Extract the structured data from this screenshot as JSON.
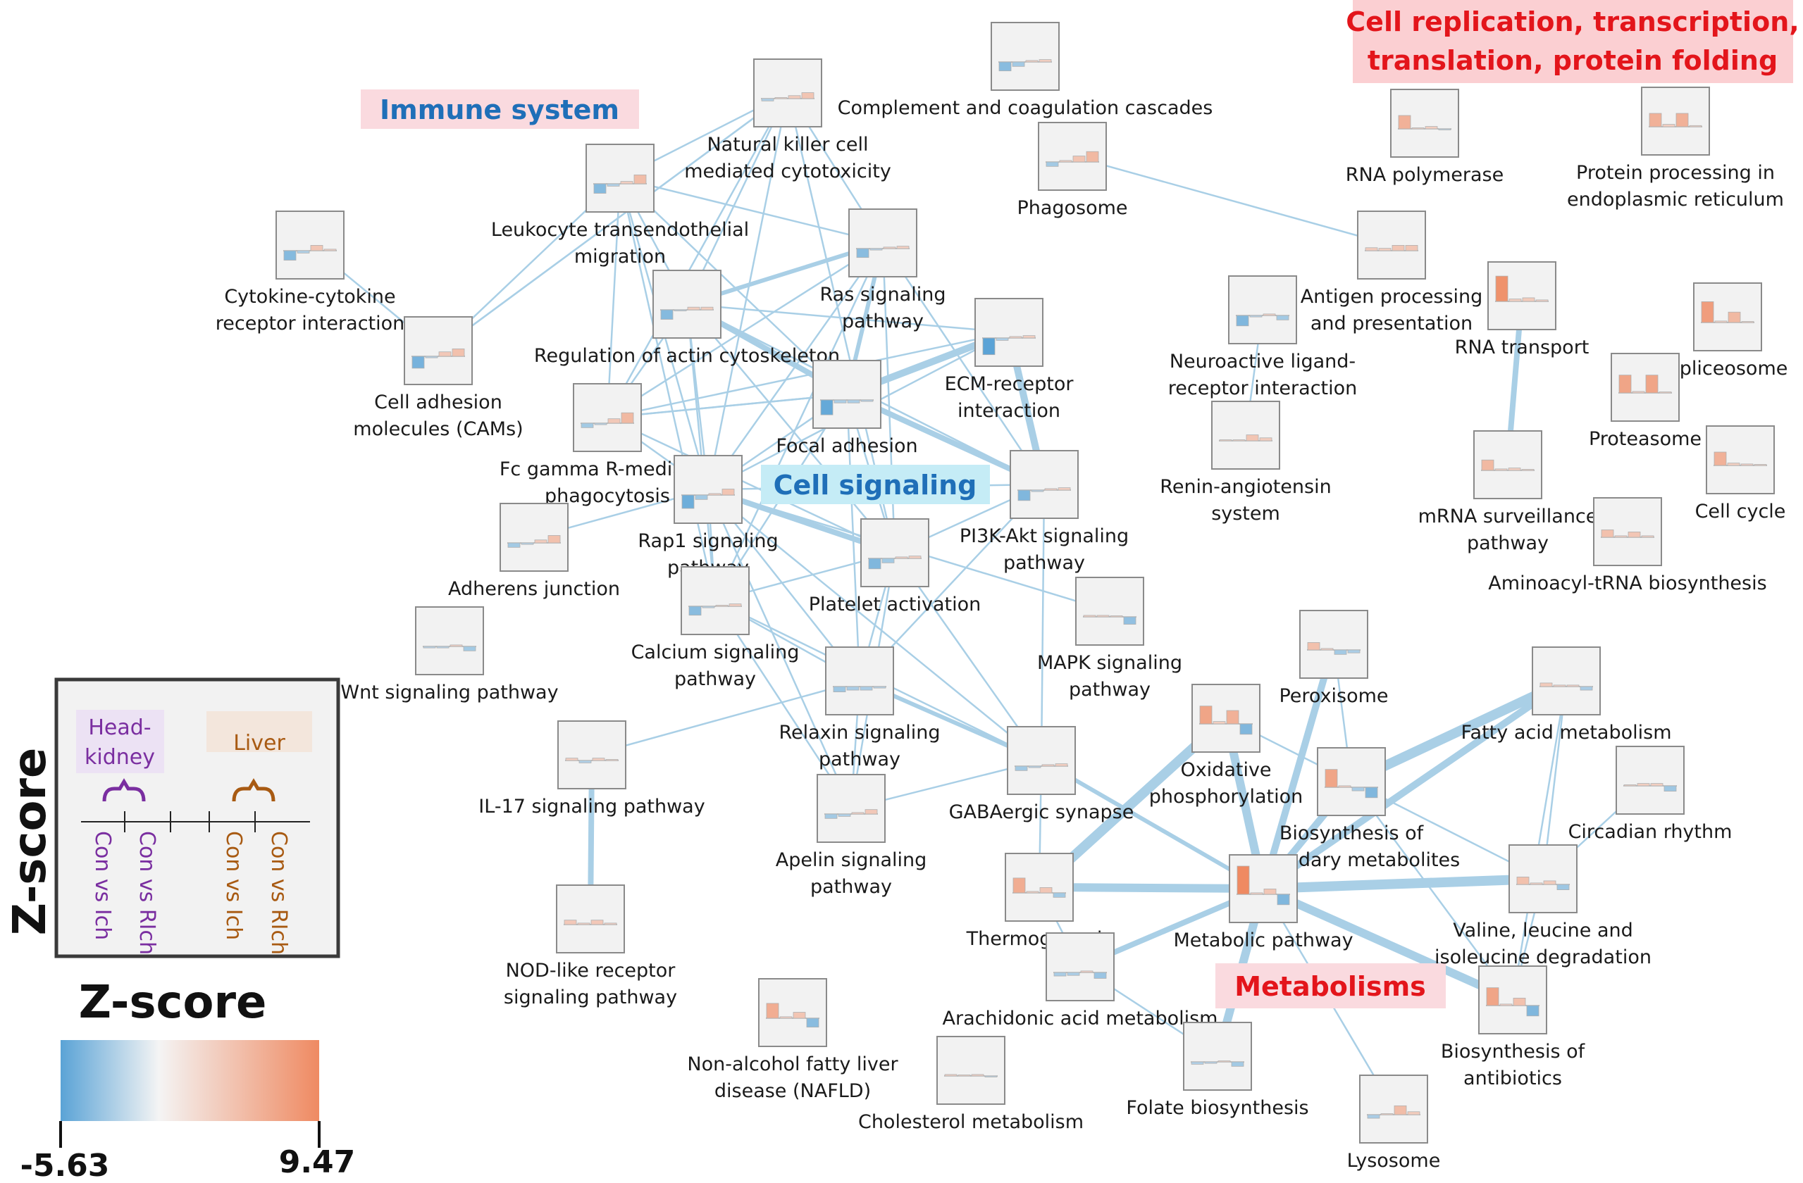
{
  "groups": {
    "immune": "Immune system",
    "replication": [
      "Cell replication, transcription,",
      "translation, protein folding"
    ],
    "signaling": "Cell signaling",
    "metabolism": "Metabolisms"
  },
  "legend": {
    "title": "Z-score",
    "group_head_kidney": [
      "Head-",
      "kidney"
    ],
    "group_liver": "Liver",
    "comparisons": [
      "Con vs Ich",
      "Con vs RIch",
      "Con vs Ich",
      "Con vs RIch"
    ],
    "scale_title": "Z-score",
    "scale_min": "-5.63",
    "scale_max": "9.47",
    "scale_colors": {
      "low": "#5aa3d6",
      "mid": "#f4f4f4",
      "high": "#ef8a62"
    }
  },
  "nodes": [
    {
      "id": "nk",
      "label": [
        "Natural killer cell",
        "mediated cytotoxicity"
      ],
      "bars": [
        -0.8,
        0,
        1.0,
        2.0
      ]
    },
    {
      "id": "complement",
      "label": [
        "Complement and coagulation cascades"
      ],
      "bars": [
        -3.0,
        -1.5,
        0.5,
        0.8
      ]
    },
    {
      "id": "leukocyte",
      "label": [
        "Leukocyte transendothelial",
        "migration"
      ],
      "bars": [
        -3.2,
        -0.8,
        0.8,
        3.0
      ]
    },
    {
      "id": "phagosome",
      "label": [
        "Phagosome"
      ],
      "bars": [
        -1.5,
        0.5,
        2.0,
        3.5
      ]
    },
    {
      "id": "rnapol",
      "label": [
        "RNA polymerase"
      ],
      "bars": [
        4.5,
        0.3,
        0.8,
        -0.3
      ]
    },
    {
      "id": "protproc",
      "label": [
        "Protein processing in",
        "endoplasmic reticulum"
      ],
      "bars": [
        4.5,
        0.8,
        4.5,
        0.4
      ]
    },
    {
      "id": "cytokine",
      "label": [
        "Cytokine-cytokine",
        "receptor interaction"
      ],
      "bars": [
        -3.2,
        -0.8,
        1.8,
        0.5
      ]
    },
    {
      "id": "ras",
      "label": [
        "Ras signaling",
        "pathway"
      ],
      "bars": [
        -3.0,
        -0.5,
        0.5,
        0.8
      ]
    },
    {
      "id": "antigen",
      "label": [
        "Antigen processing",
        "and presentation"
      ],
      "bars": [
        1.0,
        0.8,
        1.8,
        1.8
      ]
    },
    {
      "id": "actin",
      "label": [
        "Regulation of actin cytoskeleton"
      ],
      "bars": [
        -3.2,
        -0.3,
        0.9,
        0.9
      ]
    },
    {
      "id": "ecm",
      "label": [
        "ECM-receptor",
        "interaction"
      ],
      "bars": [
        -5.6,
        -0.8,
        0.5,
        0.8
      ]
    },
    {
      "id": "neuroactive",
      "label": [
        "Neuroactive ligand-",
        "receptor interaction"
      ],
      "bars": [
        -3.5,
        -0.5,
        0.5,
        -1.5
      ]
    },
    {
      "id": "rnatransport",
      "label": [
        "RNA transport"
      ],
      "bars": [
        8.5,
        0.8,
        1.2,
        0.5
      ]
    },
    {
      "id": "spliceosome",
      "label": [
        "Spliceosome"
      ],
      "bars": [
        7.0,
        0.5,
        3.5,
        0.3
      ]
    },
    {
      "id": "cam",
      "label": [
        "Cell adhesion",
        "molecules (CAMs)"
      ],
      "bars": [
        -4.0,
        -0.5,
        1.5,
        2.5
      ]
    },
    {
      "id": "fcgamma",
      "label": [
        "Fc gamma R-mediated",
        "phagocytosis"
      ],
      "bars": [
        -1.5,
        -0.5,
        1.5,
        3.5
      ]
    },
    {
      "id": "focal",
      "label": [
        "Focal adhesion"
      ],
      "bars": [
        -5.0,
        -1.0,
        -1.0,
        -0.5
      ]
    },
    {
      "id": "proteasome",
      "label": [
        "Proteasome"
      ],
      "bars": [
        6.0,
        0.5,
        6.0,
        0.3
      ]
    },
    {
      "id": "renin",
      "label": [
        "Renin-angiotensin",
        "system"
      ],
      "bars": [
        0.3,
        0.3,
        2.0,
        1.0
      ]
    },
    {
      "id": "mrna",
      "label": [
        "mRNA surveillance",
        "pathway"
      ],
      "bars": [
        3.5,
        0.5,
        0.8,
        0.3
      ]
    },
    {
      "id": "pi3k",
      "label": [
        "PI3K-Akt signaling",
        "pathway"
      ],
      "bars": [
        -3.5,
        -0.5,
        0.5,
        0.8
      ]
    },
    {
      "id": "rap1",
      "label": [
        "Rap1 signaling",
        "pathway"
      ],
      "bars": [
        -4.5,
        -1.5,
        0.5,
        2.0
      ]
    },
    {
      "id": "cellcycle",
      "label": [
        "Cell cycle"
      ],
      "bars": [
        4.5,
        0.8,
        0.5,
        0.3
      ]
    },
    {
      "id": "adherens",
      "label": [
        "Adherens junction"
      ],
      "bars": [
        -1.5,
        -0.5,
        1.0,
        2.5
      ]
    },
    {
      "id": "platelet",
      "label": [
        "Platelet activation"
      ],
      "bars": [
        -3.5,
        -1.5,
        0.5,
        0.8
      ]
    },
    {
      "id": "aminoacyl",
      "label": [
        "Aminoacyl-tRNA biosynthesis"
      ],
      "bars": [
        2.5,
        0.5,
        1.8,
        0.5
      ]
    },
    {
      "id": "calcium",
      "label": [
        "Calcium signaling",
        "pathway"
      ],
      "bars": [
        -3.0,
        -0.5,
        0.3,
        0.8
      ]
    },
    {
      "id": "mapk",
      "label": [
        "MAPK signaling",
        "pathway"
      ],
      "bars": [
        0.5,
        0.5,
        0.3,
        -2.5
      ]
    },
    {
      "id": "wnt",
      "label": [
        "Wnt signaling pathway"
      ],
      "bars": [
        -0.5,
        -0.5,
        0.5,
        -1.5
      ]
    },
    {
      "id": "peroxisome",
      "label": [
        "Peroxisome"
      ],
      "bars": [
        2.5,
        0.5,
        -1.5,
        -1.0
      ]
    },
    {
      "id": "fattyacid",
      "label": [
        "Fatty acid metabolism"
      ],
      "bars": [
        1.2,
        0.5,
        0.5,
        -1.2
      ]
    },
    {
      "id": "relaxin",
      "label": [
        "Relaxin signaling",
        "pathway"
      ],
      "bars": [
        -1.8,
        -1.2,
        -1.2,
        -0.5
      ]
    },
    {
      "id": "il17",
      "label": [
        "IL-17 signaling pathway"
      ],
      "bars": [
        0.8,
        -0.8,
        0.8,
        0.3
      ]
    },
    {
      "id": "oxphos",
      "label": [
        "Oxidative",
        "phosphorylation"
      ],
      "bars": [
        6.0,
        0.8,
        4.5,
        -3.5
      ]
    },
    {
      "id": "circadian",
      "label": [
        "Circadian rhythm"
      ],
      "bars": [
        0.3,
        0.8,
        0.8,
        -1.8
      ]
    },
    {
      "id": "gaba",
      "label": [
        "GABAergic synapse"
      ],
      "bars": [
        -1.5,
        -0.5,
        0.5,
        0.8
      ]
    },
    {
      "id": "apelin",
      "label": [
        "Apelin signaling",
        "pathway"
      ],
      "bars": [
        -1.5,
        -0.8,
        0.5,
        1.5
      ]
    },
    {
      "id": "secondary",
      "label": [
        "Biosynthesis of",
        "secondary metabolites"
      ],
      "bars": [
        6.0,
        0.5,
        -1.2,
        -3.5
      ]
    },
    {
      "id": "nod",
      "label": [
        "NOD-like receptor",
        "signaling pathway"
      ],
      "bars": [
        1.5,
        0.5,
        1.5,
        0.5
      ]
    },
    {
      "id": "thermo",
      "label": [
        "Thermogenesis"
      ],
      "bars": [
        5.0,
        0.5,
        1.8,
        -1.5
      ]
    },
    {
      "id": "metabolic",
      "label": [
        "Metabolic pathway"
      ],
      "bars": [
        9.47,
        0.5,
        1.8,
        -3.5
      ]
    },
    {
      "id": "valine",
      "label": [
        "Valine, leucine and",
        "isoleucine degradation"
      ],
      "bars": [
        2.5,
        0.5,
        1.2,
        -1.8
      ]
    },
    {
      "id": "arachidonic",
      "label": [
        "Arachidonic acid metabolism"
      ],
      "bars": [
        -1.2,
        -1.0,
        0.5,
        -2.0
      ]
    },
    {
      "id": "nafld",
      "label": [
        "Non-alcohol fatty liver",
        "disease (NAFLD)"
      ],
      "bars": [
        5.0,
        0.5,
        2.0,
        -3.0
      ]
    },
    {
      "id": "antibiotics",
      "label": [
        "Biosynthesis of",
        "antibiotics"
      ],
      "bars": [
        6.0,
        0.5,
        2.5,
        -3.5
      ]
    },
    {
      "id": "cholesterol",
      "label": [
        "Cholesterol metabolism"
      ],
      "bars": [
        0.5,
        0.3,
        0.5,
        -0.3
      ]
    },
    {
      "id": "folate",
      "label": [
        "Folate biosynthesis"
      ],
      "bars": [
        -0.8,
        -0.5,
        0.3,
        -1.5
      ]
    },
    {
      "id": "lysosome",
      "label": [
        "Lysosome"
      ],
      "bars": [
        -1.2,
        0.3,
        3.0,
        1.0
      ]
    }
  ],
  "edges": [
    [
      "nk",
      "leukocyte"
    ],
    [
      "nk",
      "actin"
    ],
    [
      "nk",
      "fcgamma"
    ],
    [
      "nk",
      "rap1"
    ],
    [
      "nk",
      "ras"
    ],
    [
      "nk",
      "platelet"
    ],
    [
      "nk",
      "cam"
    ],
    [
      "leukocyte",
      "actin"
    ],
    [
      "leukocyte",
      "fcgamma"
    ],
    [
      "leukocyte",
      "rap1"
    ],
    [
      "leukocyte",
      "focal"
    ],
    [
      "leukocyte",
      "ras"
    ],
    [
      "leukocyte",
      "calcium"
    ],
    [
      "leukocyte",
      "cam"
    ],
    [
      "phagosome",
      "antigen"
    ],
    [
      "ras",
      "actin"
    ],
    [
      "ras",
      "focal"
    ],
    [
      "ras",
      "pi3k"
    ],
    [
      "ras",
      "rap1"
    ],
    [
      "ras",
      "fcgamma"
    ],
    [
      "ras",
      "platelet"
    ],
    [
      "ras",
      "calcium"
    ],
    [
      "actin",
      "focal"
    ],
    [
      "actin",
      "fcgamma"
    ],
    [
      "actin",
      "rap1"
    ],
    [
      "actin",
      "ecm"
    ],
    [
      "actin",
      "pi3k"
    ],
    [
      "actin",
      "platelet"
    ],
    [
      "actin",
      "calcium"
    ],
    [
      "ecm",
      "focal"
    ],
    [
      "ecm",
      "pi3k"
    ],
    [
      "ecm",
      "rap1"
    ],
    [
      "ecm",
      "fcgamma"
    ],
    [
      "focal",
      "pi3k"
    ],
    [
      "focal",
      "rap1"
    ],
    [
      "focal",
      "platelet"
    ],
    [
      "focal",
      "fcgamma"
    ],
    [
      "focal",
      "relaxin"
    ],
    [
      "focal",
      "calcium"
    ],
    [
      "fcgamma",
      "rap1"
    ],
    [
      "fcgamma",
      "platelet"
    ],
    [
      "fcgamma",
      "focal"
    ],
    [
      "rap1",
      "pi3k"
    ],
    [
      "rap1",
      "platelet"
    ],
    [
      "rap1",
      "calcium"
    ],
    [
      "rap1",
      "adherens"
    ],
    [
      "rap1",
      "relaxin"
    ],
    [
      "rap1",
      "gaba"
    ],
    [
      "rap1",
      "apelin"
    ],
    [
      "rap1",
      "mapk"
    ],
    [
      "pi3k",
      "platelet"
    ],
    [
      "pi3k",
      "relaxin"
    ],
    [
      "pi3k",
      "gaba"
    ],
    [
      "platelet",
      "calcium"
    ],
    [
      "platelet",
      "relaxin"
    ],
    [
      "platelet",
      "apelin"
    ],
    [
      "platelet",
      "gaba"
    ],
    [
      "calcium",
      "relaxin"
    ],
    [
      "calcium",
      "apelin"
    ],
    [
      "calcium",
      "gaba"
    ],
    [
      "relaxin",
      "il17"
    ],
    [
      "relaxin",
      "gaba"
    ],
    [
      "apelin",
      "gaba"
    ],
    [
      "relaxin",
      "apelin"
    ],
    [
      "gaba",
      "thermo"
    ],
    [
      "gaba",
      "metabolic"
    ],
    [
      "il17",
      "nod"
    ],
    [
      "cytokine",
      "cam"
    ],
    [
      "cam",
      "nk"
    ],
    [
      "neuroactive",
      "renin"
    ],
    [
      "rnatransport",
      "mrna"
    ],
    [
      "oxphos",
      "thermo"
    ],
    [
      "oxphos",
      "metabolic"
    ],
    [
      "oxphos",
      "secondary"
    ],
    [
      "peroxisome",
      "metabolic"
    ],
    [
      "peroxisome",
      "secondary"
    ],
    [
      "fattyacid",
      "secondary"
    ],
    [
      "fattyacid",
      "metabolic"
    ],
    [
      "fattyacid",
      "valine"
    ],
    [
      "fattyacid",
      "antibiotics"
    ],
    [
      "circadian",
      "valine"
    ],
    [
      "secondary",
      "metabolic"
    ],
    [
      "secondary",
      "antibiotics"
    ],
    [
      "secondary",
      "valine"
    ],
    [
      "metabolic",
      "thermo"
    ],
    [
      "metabolic",
      "valine"
    ],
    [
      "metabolic",
      "antibiotics"
    ],
    [
      "metabolic",
      "arachidonic"
    ],
    [
      "metabolic",
      "folate"
    ],
    [
      "metabolic",
      "lysosome"
    ],
    [
      "valine",
      "antibiotics"
    ],
    [
      "thermo",
      "arachidonic"
    ],
    [
      "arachidonic",
      "folate"
    ]
  ]
}
